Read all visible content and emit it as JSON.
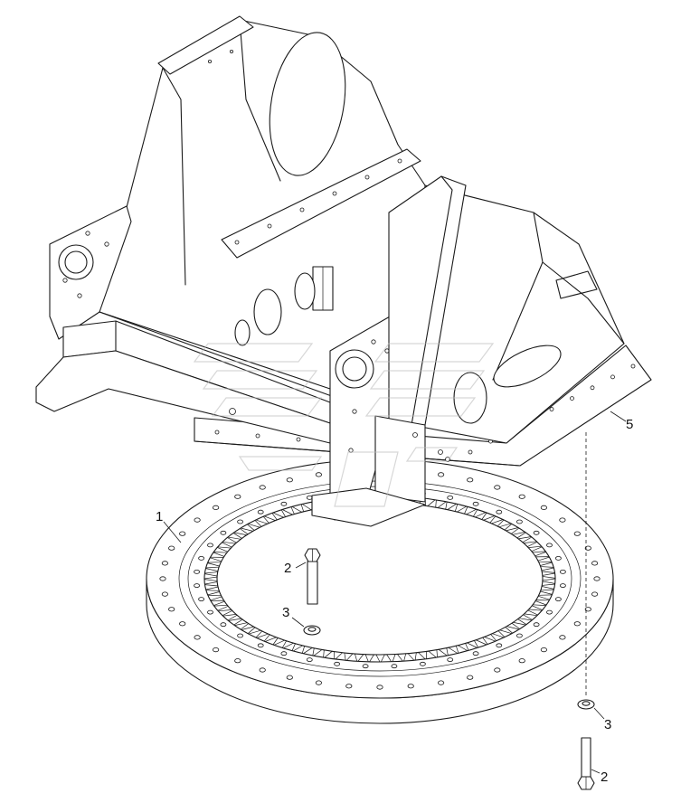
{
  "callouts": {
    "part_1": "1",
    "part_2_bolt_upper": "2",
    "part_3_washer_upper": "3",
    "part_2_bolt_lower": "2",
    "part_3_washer_lower": "3",
    "part_5": "5"
  },
  "colors": {
    "line": "#1a1a1a",
    "background": "#ffffff",
    "watermark": "#bdbdbd"
  }
}
